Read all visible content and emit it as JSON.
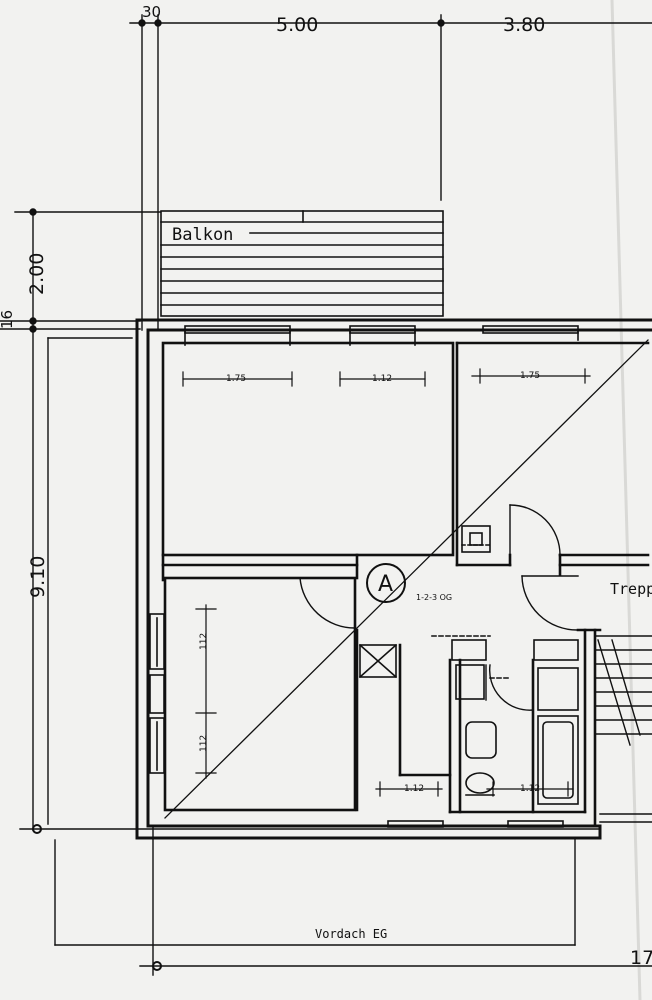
{
  "dimensions": {
    "top_30": "30",
    "top_500": "5.00",
    "top_380": "3.80",
    "left_200": "2.00",
    "left_16": "16",
    "left_910": "9.10",
    "bottom_17": "17.",
    "win_a": "1.75",
    "win_b": "1.12",
    "win_c": "1.75",
    "side_a": "112",
    "side_b": "112",
    "bath_a": "1.12",
    "bath_b": "1.12"
  },
  "labels": {
    "balcony": "Balkon",
    "stairs": "Trepp",
    "canopy": "Vordach EG",
    "unit_letter": "A",
    "unit_floors": "1-2-3 OG"
  },
  "colors": {
    "ink": "#111111",
    "paper": "#f2f2f0"
  }
}
